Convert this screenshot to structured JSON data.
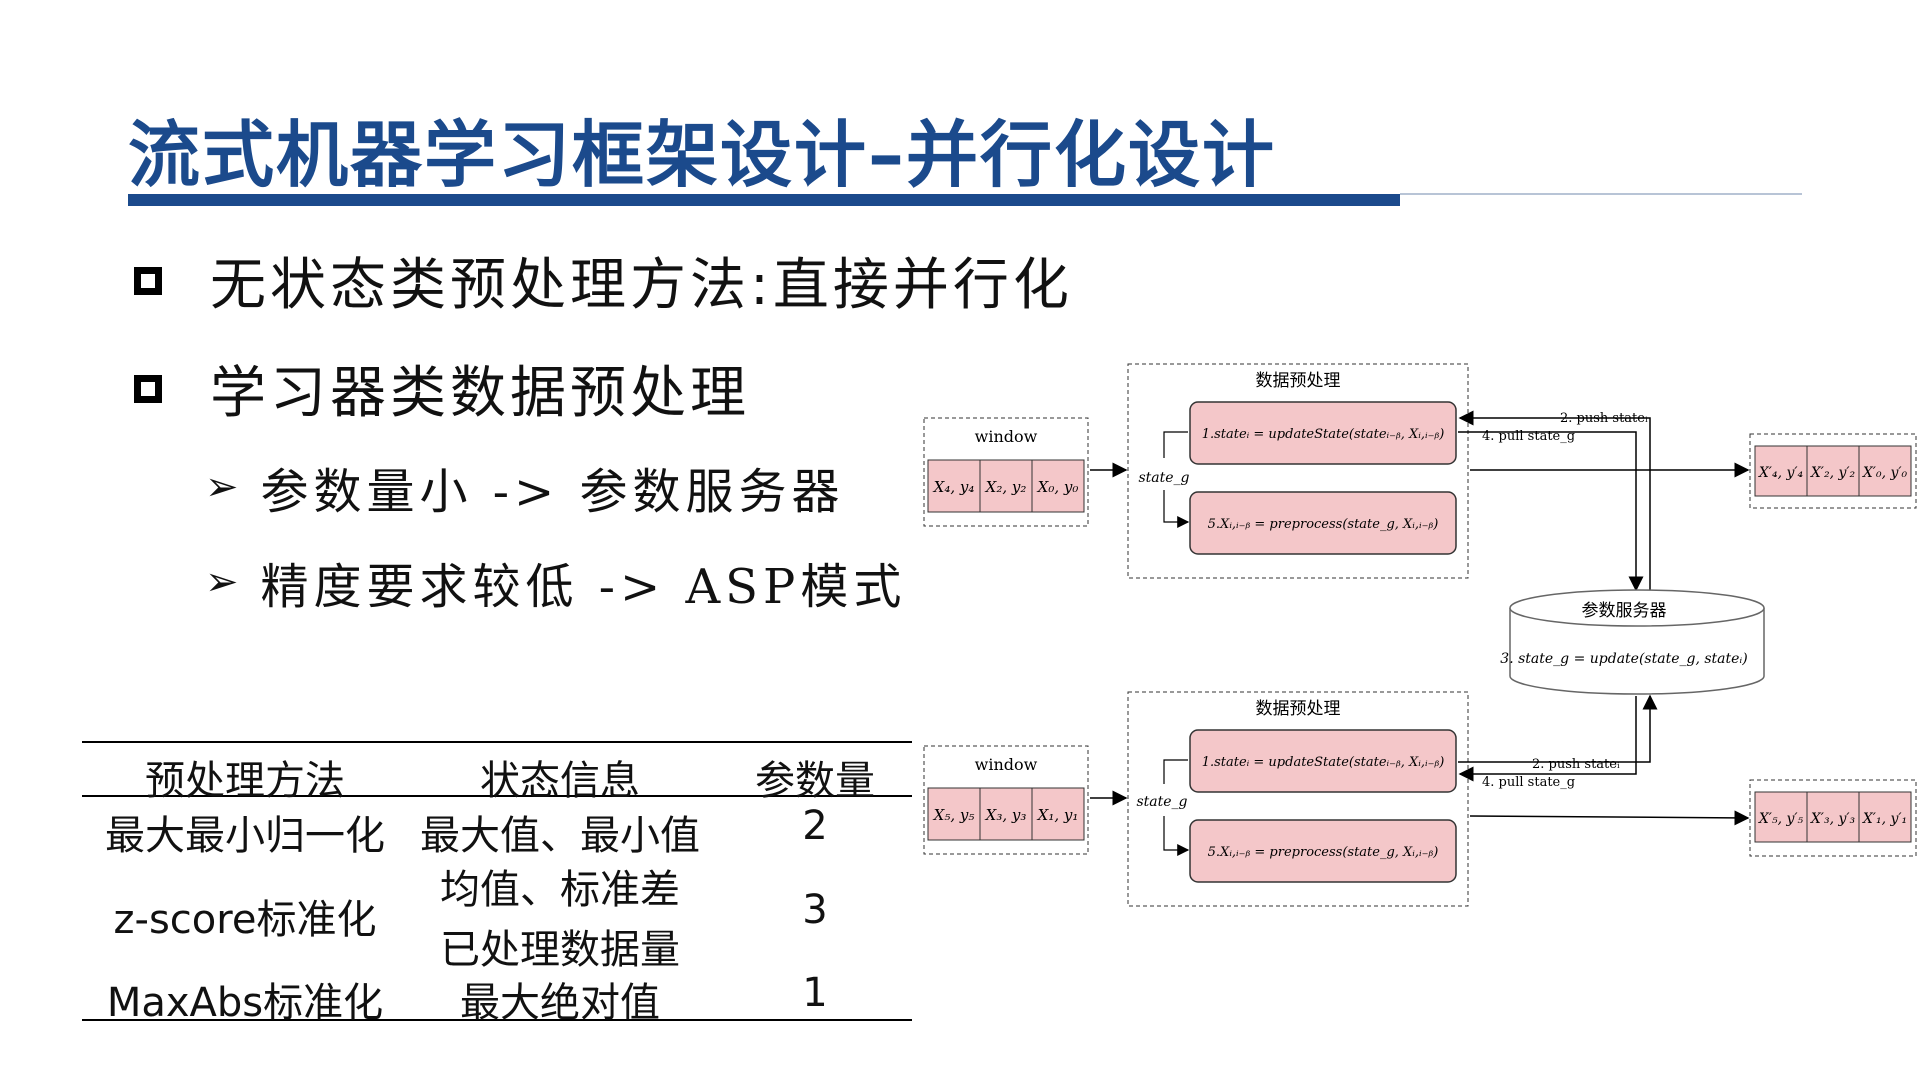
{
  "title": "流式机器学习框架设计–并行化设计",
  "bullets": [
    {
      "text": "无状态类预处理方法:直接并行化"
    },
    {
      "text": "学习器类数据预处理"
    }
  ],
  "sub_bullets": [
    {
      "text": "参数量小 -> 参数服务器"
    },
    {
      "text": "精度要求较低 -> ASP模式"
    }
  ],
  "table": {
    "headers": [
      "预处理方法",
      "状态信息",
      "参数量"
    ],
    "rows": [
      {
        "method": "最大最小归一化",
        "state": [
          "最大值、最小值"
        ],
        "count": "2"
      },
      {
        "method": "z-score标准化",
        "state": [
          "均值、标准差",
          "已处理数据量"
        ],
        "count": "3"
      },
      {
        "method": "MaxAbs标准化",
        "state": [
          "最大绝对值"
        ],
        "count": "1"
      }
    ]
  },
  "diagram": {
    "top": {
      "window_label": "window",
      "window_cells": [
        "X₄, y₄",
        "X₂, y₂",
        "X₀, y₀"
      ],
      "group_label": "数据预处理",
      "state_label": "state_g",
      "step1": "1.stateᵢ = updateState(stateᵢ₋ᵦ, Xᵢ,ᵢ₋ᵦ)",
      "step5": "5.Xᵢ,ᵢ₋ᵦ = preprocess(state_g, Xᵢ,ᵢ₋ᵦ)",
      "push": "2. push stateᵢ",
      "pull": "4. pull state_g",
      "output_cells": [
        "X′₄, y′₄",
        "X′₂, y′₂",
        "X′₀, y′₀"
      ]
    },
    "server": {
      "label": "参数服务器",
      "formula": "3. state_g = update(state_g, stateᵢ)"
    },
    "bottom": {
      "window_label": "window",
      "window_cells": [
        "X₅, y₅",
        "X₃, y₃",
        "X₁, y₁"
      ],
      "group_label": "数据预处理",
      "state_label": "state_g",
      "step1": "1.stateᵢ = updateState(stateᵢ₋ᵦ, Xᵢ,ᵢ₋ᵦ)",
      "step5": "5.Xᵢ,ᵢ₋ᵦ = preprocess(state_g, Xᵢ,ᵢ₋ᵦ)",
      "push": "2. push stateᵢ",
      "pull": "4. pull state_g",
      "output_cells": [
        "X′₅, y′₅",
        "X′₃, y′₃",
        "X′₁, y′₁"
      ]
    },
    "colors": {
      "title": "#1b4a8c",
      "box_fill": "#f4c7c9",
      "box_stroke": "#333333"
    }
  }
}
